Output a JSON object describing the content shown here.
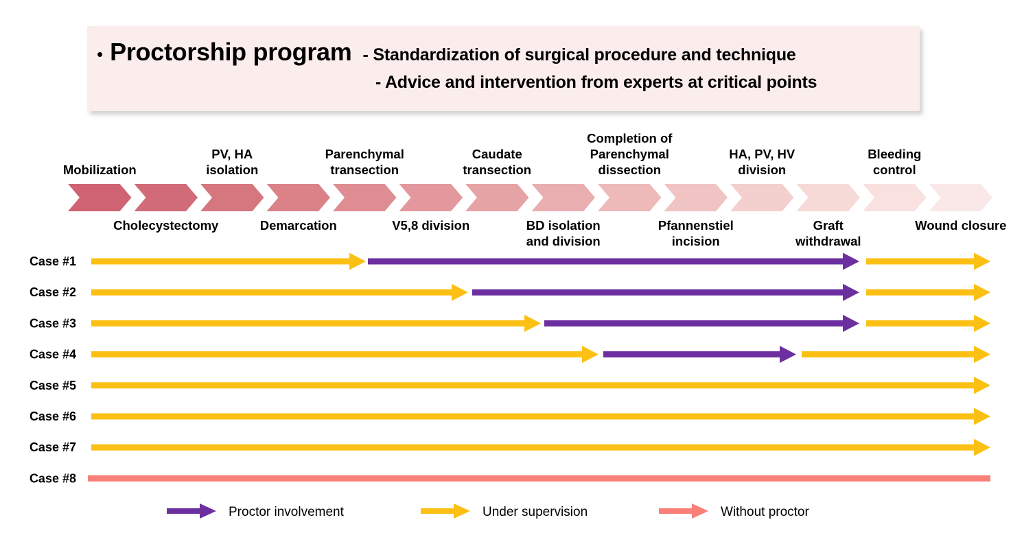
{
  "header": {
    "bullet": "•",
    "title": "Proctorship program",
    "line1_sub": "- Standardization of surgical procedure and technique",
    "line2": "- Advice and intervention from experts at critical points",
    "background_color": "#FBEDEC"
  },
  "colors": {
    "proctor_involvement": "#6C2FA0",
    "under_supervision": "#FBC013",
    "without_proctor": "#F98078",
    "chevron_start": "#CF6374",
    "chevron_end": "#FAE8E8",
    "text": "#000000"
  },
  "chart_data": {
    "type": "timeline",
    "title": "Proctorship program",
    "xlabel": "",
    "ylabel": "",
    "steps": [
      {
        "index": 0,
        "label": "Mobilization",
        "position": "above",
        "color": "#CF6374"
      },
      {
        "index": 1,
        "label": "Cholecystectomy",
        "position": "below",
        "color": "#D16B78"
      },
      {
        "index": 2,
        "label": "PV, HA isolation",
        "position": "above",
        "color": "#D6777F"
      },
      {
        "index": 3,
        "label": "Demarcation",
        "position": "below",
        "color": "#DA8288"
      },
      {
        "index": 4,
        "label": "Parenchymal transection",
        "position": "above",
        "color": "#DE8D92"
      },
      {
        "index": 5,
        "label": "V5,8 division",
        "position": "below",
        "color": "#E2989C"
      },
      {
        "index": 6,
        "label": "Caudate transection",
        "position": "above",
        "color": "#E6A3A5"
      },
      {
        "index": 7,
        "label": "BD isolation and division",
        "position": "below",
        "color": "#E9AEAF"
      },
      {
        "index": 8,
        "label": "Completion of Parenchymal dissection",
        "position": "above",
        "color": "#EDB9B9"
      },
      {
        "index": 9,
        "label": "Pfannenstiel incision",
        "position": "below",
        "color": "#F0C4C3"
      },
      {
        "index": 10,
        "label": "HA, PV, HV division",
        "position": "above",
        "color": "#F3CFCD"
      },
      {
        "index": 11,
        "label": "Graft withdrawal",
        "position": "below",
        "color": "#F6DAD7"
      },
      {
        "index": 12,
        "label": "Bleeding control",
        "position": "above",
        "color": "#F8E1DE"
      },
      {
        "index": 13,
        "label": "Wound closure",
        "position": "below",
        "color": "#FAE8E8"
      }
    ],
    "categories": [
      "Case #1",
      "Case #2",
      "Case #3",
      "Case #4",
      "Case #5",
      "Case #6",
      "Case #7",
      "Case #8"
    ],
    "series": [
      {
        "name": "Case #1",
        "segments": [
          {
            "type": "under_supervision",
            "start": 133,
            "end": 533
          },
          {
            "type": "proctor_involvement",
            "start": 536,
            "end": 1252
          },
          {
            "type": "under_supervision",
            "start": 1262,
            "end": 1443
          }
        ]
      },
      {
        "name": "Case #2",
        "segments": [
          {
            "type": "under_supervision",
            "start": 133,
            "end": 682
          },
          {
            "type": "proctor_involvement",
            "start": 688,
            "end": 1252
          },
          {
            "type": "under_supervision",
            "start": 1262,
            "end": 1443
          }
        ]
      },
      {
        "name": "Case #3",
        "segments": [
          {
            "type": "under_supervision",
            "start": 133,
            "end": 788
          },
          {
            "type": "proctor_involvement",
            "start": 793,
            "end": 1252
          },
          {
            "type": "under_supervision",
            "start": 1262,
            "end": 1443
          }
        ]
      },
      {
        "name": "Case #4",
        "segments": [
          {
            "type": "under_supervision",
            "start": 133,
            "end": 872
          },
          {
            "type": "proctor_involvement",
            "start": 879,
            "end": 1160
          },
          {
            "type": "under_supervision",
            "start": 1168,
            "end": 1443
          }
        ]
      },
      {
        "name": "Case #5",
        "segments": [
          {
            "type": "under_supervision",
            "start": 133,
            "end": 1443
          }
        ]
      },
      {
        "name": "Case #6",
        "segments": [
          {
            "type": "under_supervision",
            "start": 133,
            "end": 1443
          }
        ]
      },
      {
        "name": "Case #7",
        "segments": [
          {
            "type": "under_supervision",
            "start": 133,
            "end": 1443
          }
        ]
      },
      {
        "name": "Case #8",
        "segments": [
          {
            "type": "without_proctor",
            "start": 128,
            "end": 1443
          }
        ]
      }
    ],
    "legend_position": "bottom",
    "legend": [
      {
        "key": "proctor_involvement",
        "label": "Proctor involvement",
        "color": "#6C2FA0"
      },
      {
        "key": "under_supervision",
        "label": "Under supervision",
        "color": "#FBC013"
      },
      {
        "key": "without_proctor",
        "label": "Without proctor",
        "color": "#F98078"
      }
    ]
  }
}
